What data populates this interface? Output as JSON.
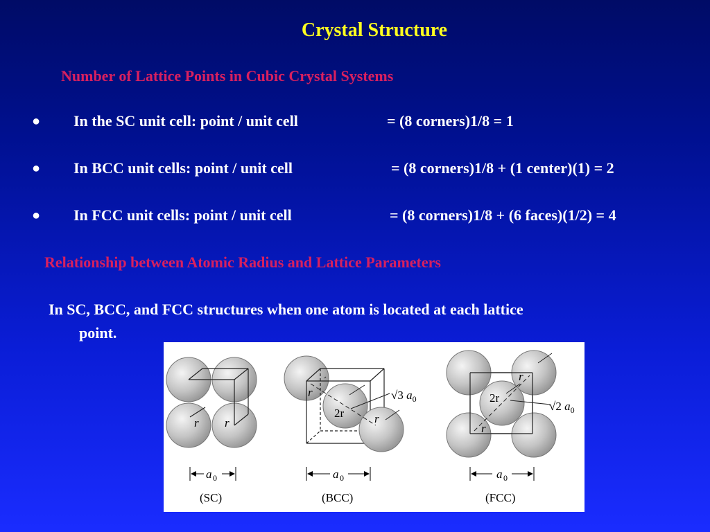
{
  "slide": {
    "title": "Crystal Structure",
    "section1_heading": "Number of Lattice Points in Cubic Crystal Systems",
    "bullet_symbol": "●",
    "bullets": [
      {
        "text": "In the SC unit cell: point / unit cell",
        "equation": "= (8 corners)1/8  = 1"
      },
      {
        "text": "In BCC unit cells: point / unit cell",
        "equation": "= (8 corners)1/8  + (1 center)(1) = 2"
      },
      {
        "text": "In FCC unit cells: point / unit cell",
        "equation": "= (8 corners)1/8  + (6 faces)(1/2) = 4"
      }
    ],
    "section2_heading": "Relationship between Atomic Radius and Lattice Parameters",
    "paragraph_line1": "In SC, BCC, and FCC structures when one atom is located at each lattice",
    "paragraph_line2": "point."
  },
  "figure": {
    "sc": {
      "caption": "(SC)",
      "label_r1": "r",
      "label_r2": "r",
      "dim_a": "a",
      "dim_sub": "0"
    },
    "bcc": {
      "caption": "(BCC)",
      "label_r1": "r",
      "label_r2": "r",
      "label_2r": "2r",
      "diag": "√3",
      "diag_a": "a",
      "diag_sub": "0",
      "dim_a": "a",
      "dim_sub": "0"
    },
    "fcc": {
      "caption": "(FCC)",
      "label_r1": "r",
      "label_r2": "r",
      "label_2r": "2r",
      "diag": "√2",
      "diag_a": "a",
      "diag_sub": "0",
      "dim_a": "a",
      "dim_sub": "0"
    }
  }
}
